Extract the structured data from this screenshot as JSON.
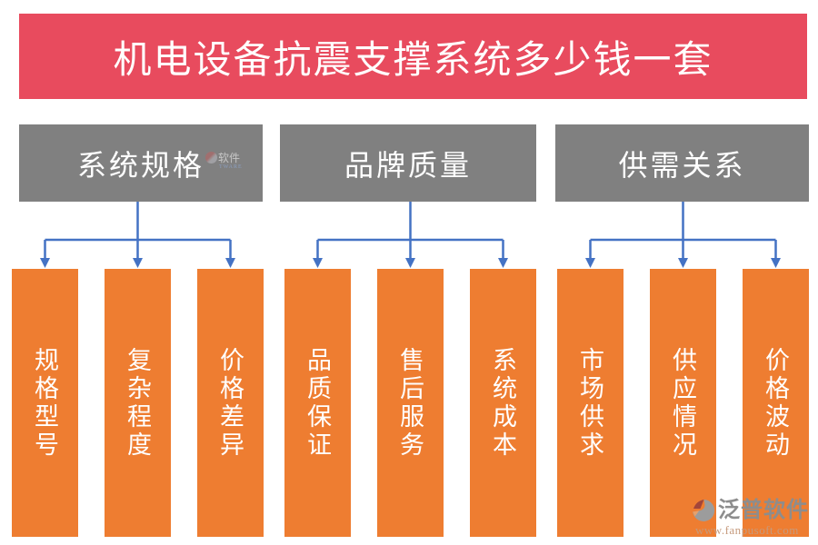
{
  "title": "机电设备抗震支撑系统多少钱一套",
  "categories": [
    {
      "label": "系统规格",
      "factors": [
        "规格型号",
        "复杂程度",
        "价格差异"
      ]
    },
    {
      "label": "品牌质量",
      "factors": [
        "品质保证",
        "售后服务",
        "系统成本"
      ]
    },
    {
      "label": "供需关系",
      "factors": [
        "市场供求",
        "供应情况",
        "价格波动"
      ]
    }
  ],
  "watermark": {
    "brand": "泛普软件",
    "url": "www.fanpusoft.com"
  },
  "watermark_faint": {
    "text": "软件",
    "subtext": "TWARE"
  },
  "colors": {
    "banner": "#e84b5e",
    "category_box": "#808080",
    "factor_bar": "#ee7d31",
    "connector": "#4472c4",
    "label_text": "#ffffff",
    "wm_brand": "#8d8d8d",
    "wm_url": "#c69a7c"
  }
}
